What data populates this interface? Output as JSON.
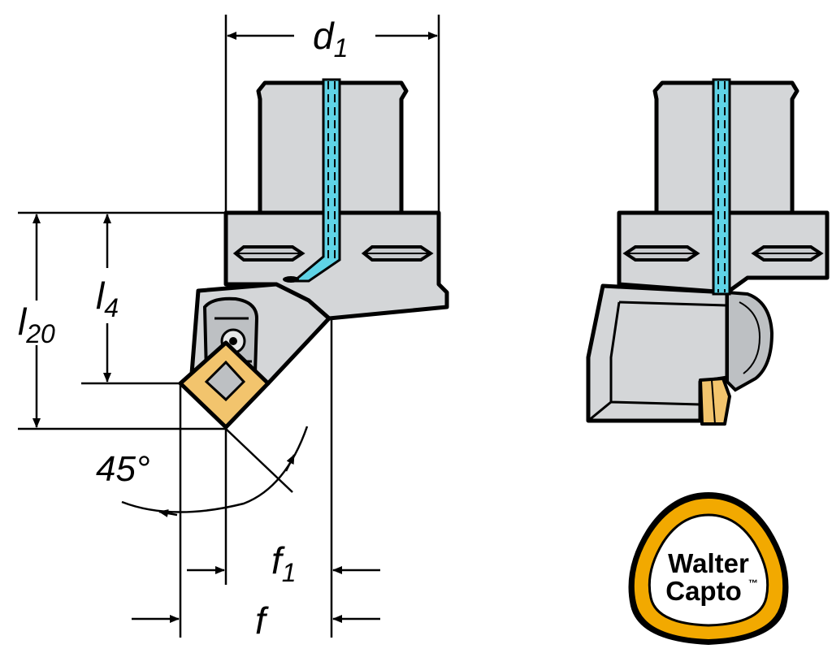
{
  "dimensions": {
    "d1": {
      "main": "d",
      "sub": "1"
    },
    "l20": {
      "main": "l",
      "sub": "20"
    },
    "l4": {
      "main": "l",
      "sub": "4"
    },
    "f1": {
      "main": "f",
      "sub": "1"
    },
    "f": {
      "main": "f"
    },
    "angle": "45°"
  },
  "logo": {
    "line1": "Walter",
    "line2": "Capto",
    "mark": "™"
  },
  "colors": {
    "body": "#d4d6d8",
    "body_dark": "#a9adb1",
    "coolant": "#5fd3e6",
    "insert": "#f2c46d",
    "logo_ring": "#f2a900"
  }
}
